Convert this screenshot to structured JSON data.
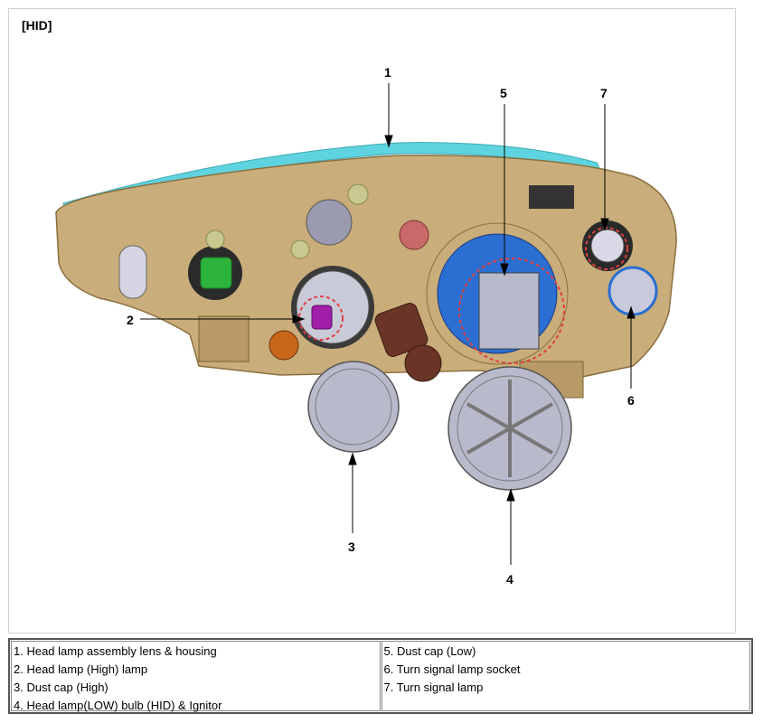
{
  "figure": {
    "tag": "[HID]",
    "callouts": [
      "1",
      "2",
      "3",
      "4",
      "5",
      "6",
      "7"
    ]
  },
  "legend": {
    "left": [
      "1. Head lamp assembly lens & housing",
      "2. Head lamp (High) lamp",
      "3. Dust cap (High)",
      "4. Head lamp(LOW) bulb (HID) & Ignitor"
    ],
    "right": [
      "5. Dust cap (Low)",
      "6. Turn signal lamp socket",
      "7. Turn signal lamp"
    ]
  },
  "colors": {
    "housing": "#c9ad7a",
    "lens": "#5fd4e0",
    "dust_cap": "#b9b9cc",
    "high_bulb": "#a01ea8",
    "hid_blue": "#2a6fd1",
    "connector": "#6a3526",
    "green_socket": "#2db43c",
    "amber_socket": "#c8661a",
    "highlight": "#e04040"
  }
}
